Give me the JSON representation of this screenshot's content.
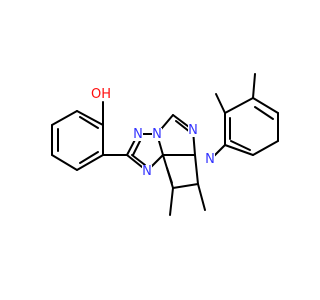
{
  "colors": {
    "background": "#ffffff",
    "bond": "#000000",
    "nitrogen": "#3333ff",
    "oxygen": "#ff0d0d"
  },
  "atoms": {
    "hydroxyl_oxygen": "OH",
    "triazole_n1": "N",
    "triazole_n_bridge": "N",
    "triazole_n3": "N",
    "pyrimidine_n": "N",
    "pyrrole_n": "N"
  }
}
